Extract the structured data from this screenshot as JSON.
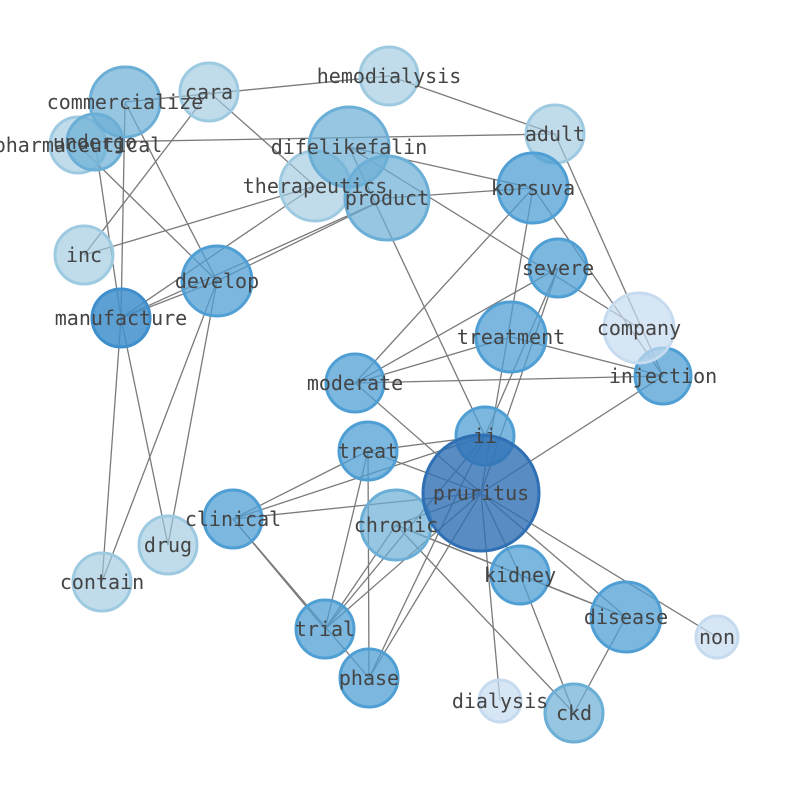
{
  "graph": {
    "nodes": [
      {
        "id": "hemodialysis",
        "label": "hemodialysis",
        "tier": 2
      },
      {
        "id": "cara",
        "label": "cara",
        "tier": 2
      },
      {
        "id": "commercialize",
        "label": "commercialize",
        "tier": 3
      },
      {
        "id": "pharmaceutical",
        "label": "pharmaceutical",
        "tier": 2
      },
      {
        "id": "undergo",
        "label": "undergo",
        "tier": 3
      },
      {
        "id": "adult",
        "label": "adult",
        "tier": 2
      },
      {
        "id": "difelikefalin",
        "label": "difelikefalin",
        "tier": 3
      },
      {
        "id": "therapeutics",
        "label": "therapeutics",
        "tier": 2
      },
      {
        "id": "product",
        "label": "product",
        "tier": 3
      },
      {
        "id": "korsuva",
        "label": "korsuva",
        "tier": 4
      },
      {
        "id": "inc",
        "label": "inc",
        "tier": 2
      },
      {
        "id": "develop",
        "label": "develop",
        "tier": 4
      },
      {
        "id": "manufacture",
        "label": "manufacture",
        "tier": 5
      },
      {
        "id": "severe",
        "label": "severe",
        "tier": 4
      },
      {
        "id": "company",
        "label": "company",
        "tier": 1
      },
      {
        "id": "treatment",
        "label": "treatment",
        "tier": 4
      },
      {
        "id": "moderate",
        "label": "moderate",
        "tier": 4
      },
      {
        "id": "injection",
        "label": "injection",
        "tier": 4
      },
      {
        "id": "ii",
        "label": "ii",
        "tier": 4
      },
      {
        "id": "treat",
        "label": "treat",
        "tier": 4
      },
      {
        "id": "pruritus",
        "label": "pruritus",
        "tier": 6
      },
      {
        "id": "clinical",
        "label": "clinical",
        "tier": 4
      },
      {
        "id": "chronic",
        "label": "chronic",
        "tier": 3
      },
      {
        "id": "drug",
        "label": "drug",
        "tier": 2
      },
      {
        "id": "kidney",
        "label": "kidney",
        "tier": 4
      },
      {
        "id": "contain",
        "label": "contain",
        "tier": 2
      },
      {
        "id": "disease",
        "label": "disease",
        "tier": 4
      },
      {
        "id": "non",
        "label": "non",
        "tier": 1
      },
      {
        "id": "trial",
        "label": "trial",
        "tier": 4
      },
      {
        "id": "phase",
        "label": "phase",
        "tier": 4
      },
      {
        "id": "dialysis",
        "label": "dialysis",
        "tier": 1
      },
      {
        "id": "ckd",
        "label": "ckd",
        "tier": 3
      }
    ],
    "edges": [
      [
        "hemodialysis",
        "commercialize"
      ],
      [
        "hemodialysis",
        "adult"
      ],
      [
        "cara",
        "inc"
      ],
      [
        "cara",
        "therapeutics"
      ],
      [
        "commercialize",
        "manufacture"
      ],
      [
        "commercialize",
        "develop"
      ],
      [
        "pharmaceutical",
        "develop"
      ],
      [
        "undergo",
        "adult"
      ],
      [
        "undergo",
        "manufacture"
      ],
      [
        "difelikefalin",
        "korsuva"
      ],
      [
        "difelikefalin",
        "company"
      ],
      [
        "difelikefalin",
        "ii"
      ],
      [
        "therapeutics",
        "inc"
      ],
      [
        "product",
        "korsuva"
      ],
      [
        "product",
        "manufacture"
      ],
      [
        "product",
        "develop"
      ],
      [
        "develop",
        "manufacture"
      ],
      [
        "develop",
        "drug"
      ],
      [
        "develop",
        "contain"
      ],
      [
        "manufacture",
        "contain"
      ],
      [
        "manufacture",
        "drug"
      ],
      [
        "manufacture",
        "therapeutics"
      ],
      [
        "korsuva",
        "injection"
      ],
      [
        "korsuva",
        "moderate"
      ],
      [
        "korsuva",
        "pruritus"
      ],
      [
        "adult",
        "injection"
      ],
      [
        "severe",
        "moderate"
      ],
      [
        "severe",
        "pruritus"
      ],
      [
        "severe",
        "ii"
      ],
      [
        "treatment",
        "moderate"
      ],
      [
        "treatment",
        "injection"
      ],
      [
        "moderate",
        "injection"
      ],
      [
        "moderate",
        "pruritus"
      ],
      [
        "injection",
        "pruritus"
      ],
      [
        "ii",
        "treat"
      ],
      [
        "ii",
        "clinical"
      ],
      [
        "ii",
        "trial"
      ],
      [
        "ii",
        "phase"
      ],
      [
        "treat",
        "pruritus"
      ],
      [
        "treat",
        "clinical"
      ],
      [
        "treat",
        "trial"
      ],
      [
        "treat",
        "phase"
      ],
      [
        "pruritus",
        "clinical"
      ],
      [
        "pruritus",
        "chronic"
      ],
      [
        "pruritus",
        "kidney"
      ],
      [
        "pruritus",
        "disease"
      ],
      [
        "pruritus",
        "non"
      ],
      [
        "pruritus",
        "trial"
      ],
      [
        "pruritus",
        "phase"
      ],
      [
        "pruritus",
        "dialysis"
      ],
      [
        "chronic",
        "kidney"
      ],
      [
        "chronic",
        "disease"
      ],
      [
        "chronic",
        "ckd"
      ],
      [
        "chronic",
        "trial"
      ],
      [
        "kidney",
        "disease"
      ],
      [
        "kidney",
        "ckd"
      ],
      [
        "disease",
        "ckd"
      ],
      [
        "clinical",
        "trial"
      ],
      [
        "clinical",
        "phase"
      ]
    ]
  },
  "colors": {
    "tier1": "#c6dbef",
    "tier2": "#9ecae1",
    "tier3": "#6baed6",
    "tier4": "#4f9fd4",
    "tier5": "#3f8fcc",
    "tier6": "#2f6fb4",
    "edge": "#7a7a7a",
    "label": "#444444"
  }
}
